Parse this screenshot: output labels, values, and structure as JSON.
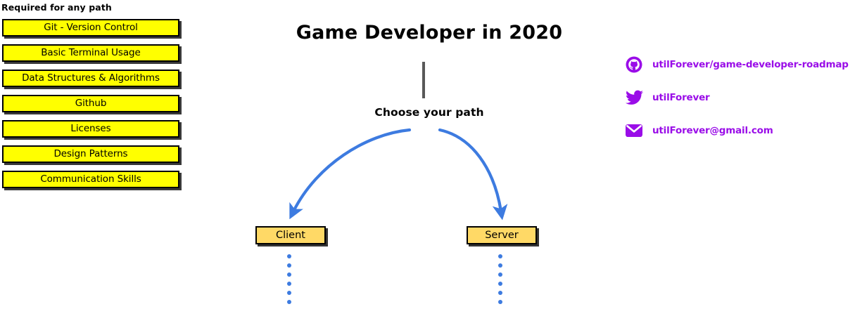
{
  "palette": {
    "required_box_fill": "#ffff00",
    "path_box_fill": "#ffd966",
    "arrow_blue": "#3d7be0",
    "link_purple": "#9a0de8",
    "stem_gray": "#595959",
    "outline_black": "#000000",
    "page_background": "#ffffff"
  },
  "required_section": {
    "heading": "Required for any path",
    "items": [
      {
        "label": "Git - Version Control"
      },
      {
        "label": "Basic Terminal Usage"
      },
      {
        "label": "Data Structures & Algorithms"
      },
      {
        "label": "Github"
      },
      {
        "label": "Licenses"
      },
      {
        "label": "Design Patterns"
      },
      {
        "label": "Communication Skills"
      }
    ]
  },
  "center": {
    "title": "Game Developer in 2020",
    "choose_label": "Choose your path",
    "branches": [
      {
        "label": "Client"
      },
      {
        "label": "Server"
      }
    ],
    "dot_count": 6
  },
  "links": [
    {
      "icon": "github-icon",
      "text": "utilForever/game-developer-roadmap"
    },
    {
      "icon": "twitter-icon",
      "text": "utilForever"
    },
    {
      "icon": "email-icon",
      "text": "utilForever@gmail.com"
    }
  ]
}
